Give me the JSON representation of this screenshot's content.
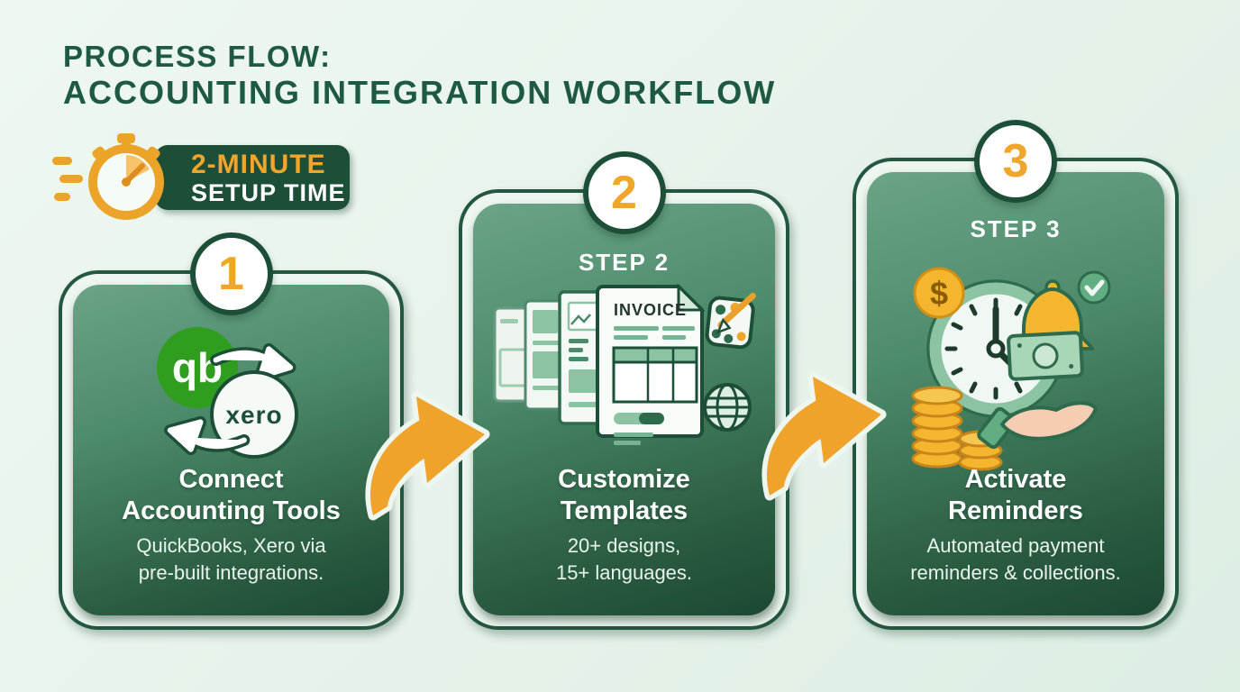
{
  "colors": {
    "background": "#e7f3ea",
    "title_green": "#1e5a41",
    "dark_green": "#1d4f38",
    "card_gradient_top": "#6ba387",
    "card_gradient_bottom": "#1c4833",
    "accent_orange": "#F0A62B",
    "gold_coin": "#f4b62e",
    "quickbooks_green": "#2f9e1f",
    "text_white": "#ffffff"
  },
  "header": {
    "title_line1": "PROCESS FLOW:",
    "title_line2": "ACCOUNTING INTEGRATION WORKFLOW"
  },
  "badge": {
    "icon": "stopwatch-icon",
    "line1": "2-MINUTE",
    "line2": "SETUP TIME"
  },
  "steps": [
    {
      "number": "1",
      "step_label": "",
      "icon": "accounting-sync-icon",
      "logos": {
        "quickbooks": "qb",
        "xero": "xero"
      },
      "title_line1": "Connect",
      "title_line2": "Accounting Tools",
      "desc_line1": "QuickBooks, Xero via",
      "desc_line2": "pre-built integrations."
    },
    {
      "number": "2",
      "step_label": "STEP 2",
      "icon": "invoice-templates-icon",
      "invoice_label": "INVOICE",
      "title_line1": "Customize",
      "title_line2": "Templates",
      "desc_line1": "20+ designs,",
      "desc_line2": "15+ languages."
    },
    {
      "number": "3",
      "step_label": "STEP 3",
      "icon": "payment-reminders-icon",
      "coin_symbol": "$",
      "title_line1": "Activate",
      "title_line2": "Reminders",
      "desc_line1": "Automated payment",
      "desc_line2": "reminders & collections."
    }
  ],
  "connectors": [
    {
      "icon": "curved-arrow-icon",
      "direction": "right"
    },
    {
      "icon": "curved-arrow-icon",
      "direction": "right"
    }
  ]
}
